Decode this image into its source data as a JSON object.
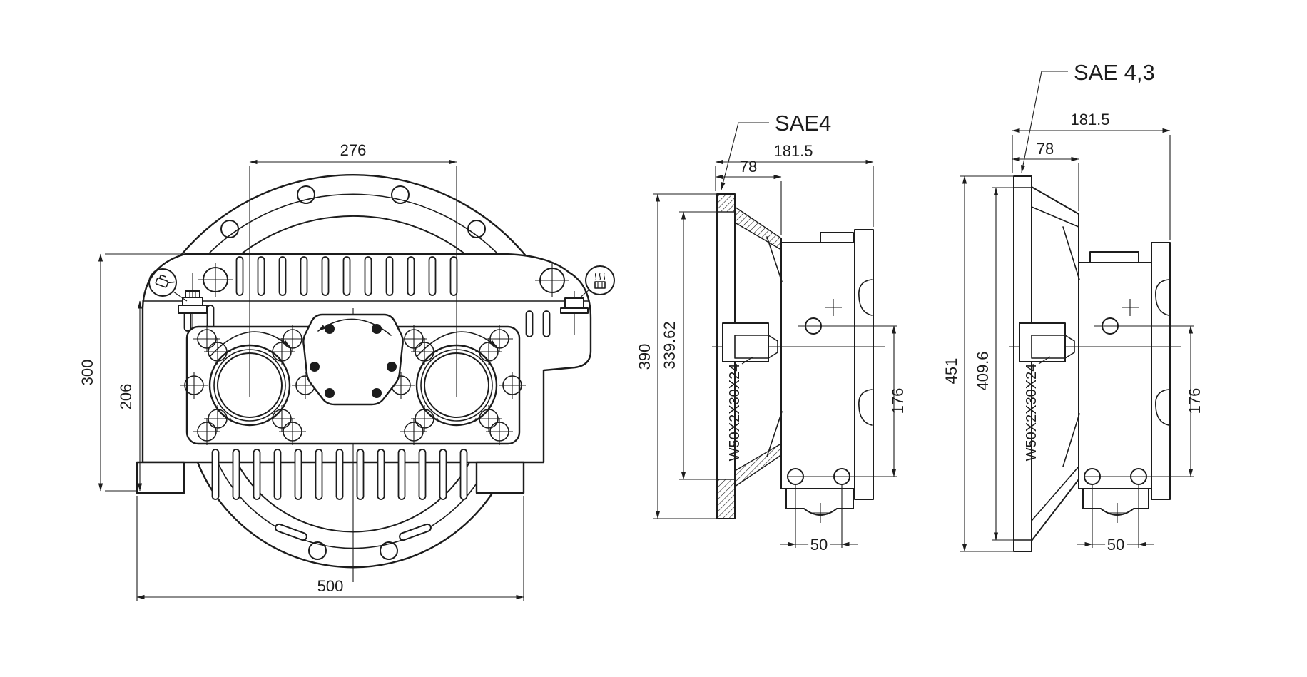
{
  "drawing": {
    "type": "engineering-dimension-drawing",
    "colors": {
      "background": "#ffffff",
      "line": "#1c1c1c"
    },
    "front_view": {
      "name": "front view",
      "dims": {
        "port_spacing": "276",
        "height_overall": "300",
        "height_body": "206",
        "width_overall": "500"
      },
      "icons": [
        {
          "name": "oil-can-icon"
        },
        {
          "name": "breather-icon"
        }
      ]
    },
    "side_view_sae4": {
      "label": "SAE4",
      "dims": {
        "width_overall": "181.5",
        "depth_pilot": "78",
        "flange_height": "390",
        "opening_height": "339.62",
        "pad_height": "176",
        "hole_spacing": "50"
      },
      "spline_spec": "W50X2X30X24"
    },
    "side_view_sae43": {
      "label": "SAE  4,3",
      "dims": {
        "width_overall": "181.5",
        "depth_pilot": "78",
        "flange_height": "451",
        "opening_height": "409.6",
        "pad_height": "176",
        "hole_spacing": "50"
      },
      "spline_spec": "W50X2X30X24"
    }
  }
}
